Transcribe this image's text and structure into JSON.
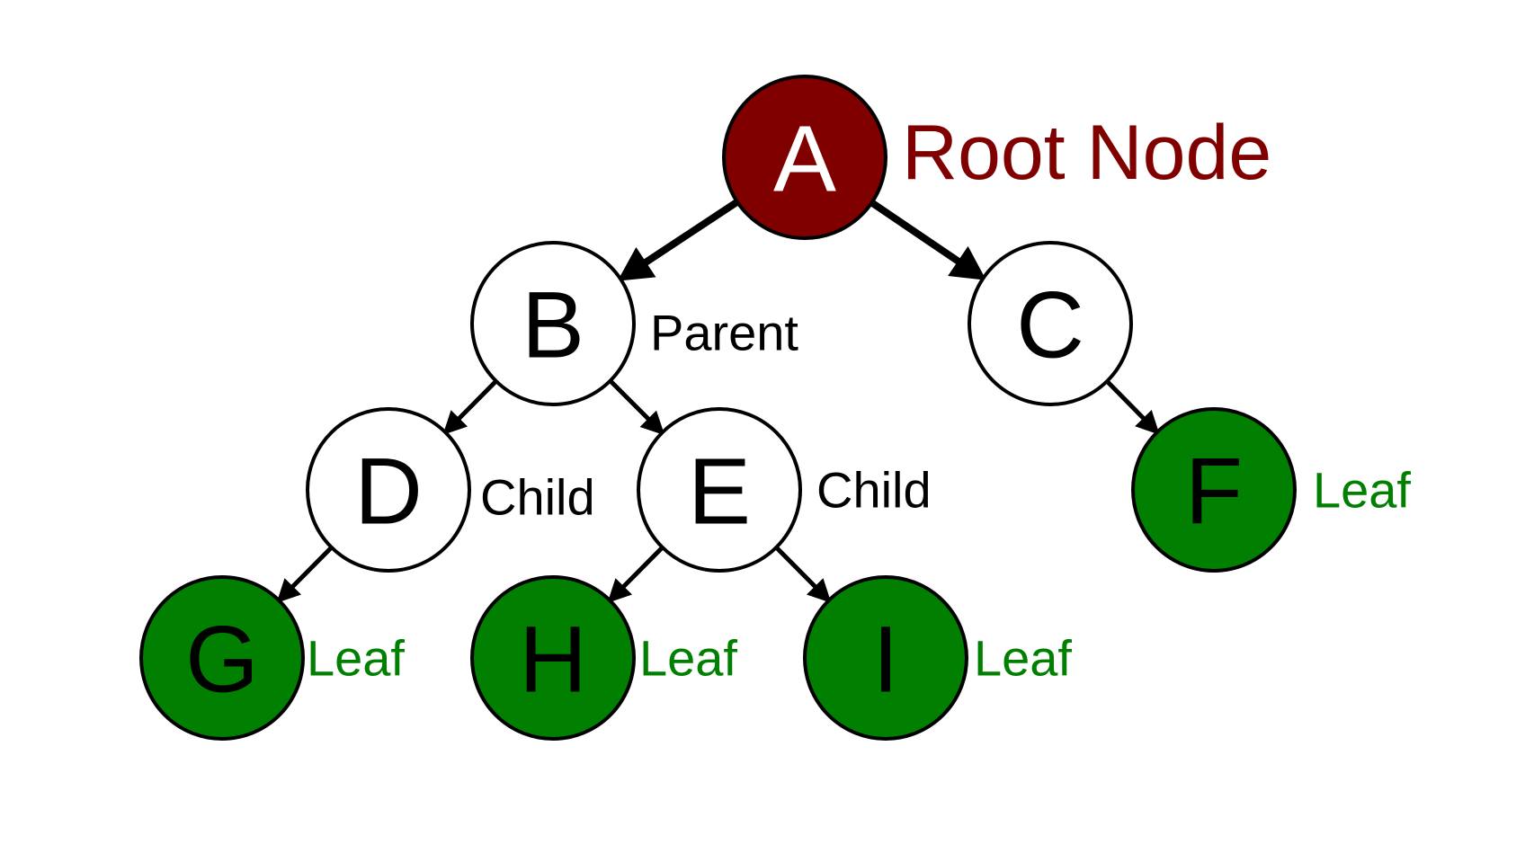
{
  "colors": {
    "root": "#800000",
    "internal": "#ffffff",
    "leaf": "#007f00",
    "stroke": "#000000",
    "root_label": "#800000",
    "structure_label": "#000000",
    "leaf_label": "#007f00"
  },
  "nodes": [
    {
      "id": "A",
      "label": "A",
      "kind": "root",
      "annotation": "Root Node"
    },
    {
      "id": "B",
      "label": "B",
      "kind": "internal",
      "annotation": "Parent"
    },
    {
      "id": "C",
      "label": "C",
      "kind": "internal",
      "annotation": ""
    },
    {
      "id": "D",
      "label": "D",
      "kind": "internal",
      "annotation": "Child"
    },
    {
      "id": "E",
      "label": "E",
      "kind": "internal",
      "annotation": "Child"
    },
    {
      "id": "F",
      "label": "F",
      "kind": "leaf",
      "annotation": "Leaf"
    },
    {
      "id": "G",
      "label": "G",
      "kind": "leaf",
      "annotation": "Leaf"
    },
    {
      "id": "H",
      "label": "H",
      "kind": "leaf",
      "annotation": "Leaf"
    },
    {
      "id": "I",
      "label": "I",
      "kind": "leaf",
      "annotation": "Leaf"
    }
  ],
  "edges": [
    {
      "from": "A",
      "to": "B"
    },
    {
      "from": "A",
      "to": "C"
    },
    {
      "from": "B",
      "to": "D"
    },
    {
      "from": "B",
      "to": "E"
    },
    {
      "from": "C",
      "to": "F"
    },
    {
      "from": "D",
      "to": "G"
    },
    {
      "from": "E",
      "to": "H"
    },
    {
      "from": "E",
      "to": "I"
    }
  ]
}
